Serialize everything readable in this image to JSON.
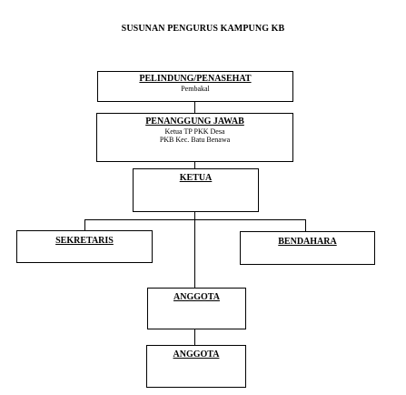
{
  "title": "SUSUNAN PENGURUS KAMPUNG KB",
  "nodes": {
    "pelindung": {
      "title": "PELINDUNG/PENASEHAT",
      "lines": [
        "Pembakal"
      ]
    },
    "penanggung_jawab": {
      "title": "PENANGGUNG JAWAB",
      "lines": [
        "Ketua  TP PKK Desa",
        "PKB Kec. Batu Benawa"
      ]
    },
    "ketua": {
      "title": "KETUA",
      "lines": []
    },
    "sekretaris": {
      "title": "SEKRETARIS",
      "lines": []
    },
    "bendahara": {
      "title": "BENDAHARA",
      "lines": []
    },
    "anggota_1": {
      "title": "ANGGOTA",
      "lines": []
    },
    "anggota_2": {
      "title": "ANGGOTA",
      "lines": []
    }
  }
}
